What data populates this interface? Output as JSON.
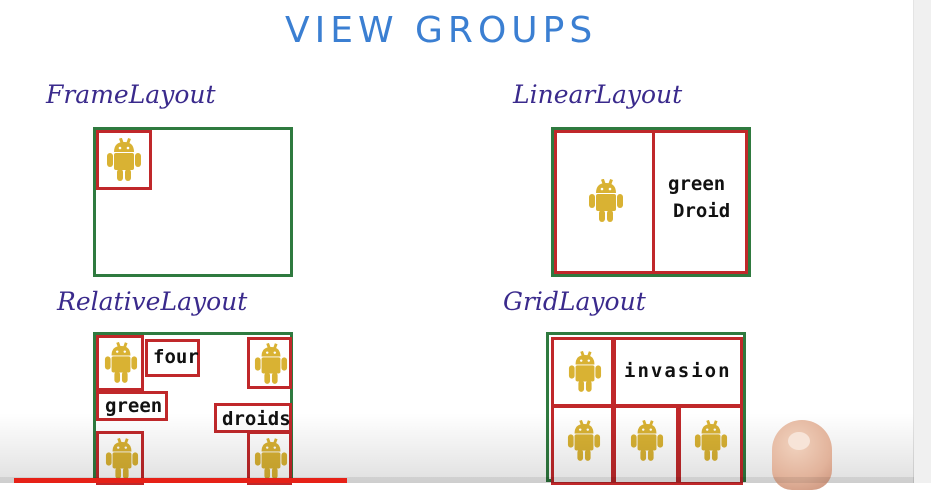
{
  "title": "VIEW GROUPS",
  "colors": {
    "title": "#3b7fd2",
    "labels": "#3a2a8c",
    "container_border": "#2f7a3f",
    "view_border": "#c0282a",
    "droid": "#d9b233",
    "progress": "#e62117"
  },
  "icons": {
    "view_content": "android-droid-icon"
  },
  "frame": {
    "label": "FrameLayout"
  },
  "linear": {
    "label": "LinearLayout",
    "text_line1": "green",
    "text_line2": "Droid"
  },
  "relative": {
    "label": "RelativeLayout",
    "four": "four",
    "green": "green",
    "droids": "droids"
  },
  "grid": {
    "label": "GridLayout",
    "invasion": "invasion"
  },
  "video": {
    "progress": 0.37
  }
}
